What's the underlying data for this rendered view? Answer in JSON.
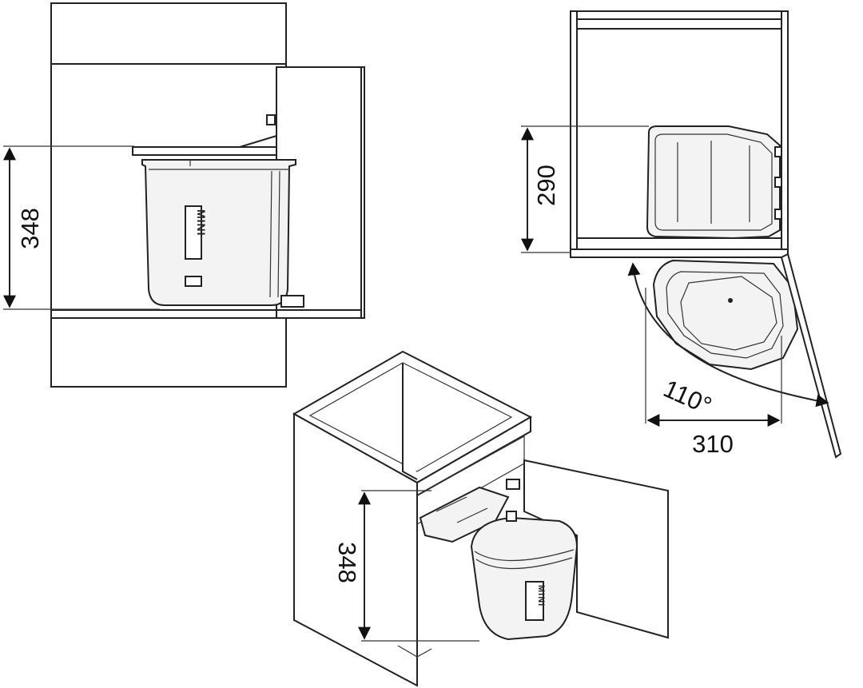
{
  "title": "",
  "dimensions": {
    "front_height": "348",
    "top_depth": "290",
    "top_width": "310",
    "swing_angle": "110°",
    "iso_height": "348"
  },
  "bin_label": "MINI",
  "colors": {
    "line": "#222222",
    "background": "#ffffff",
    "bin_fill": "#f3f3f3"
  }
}
